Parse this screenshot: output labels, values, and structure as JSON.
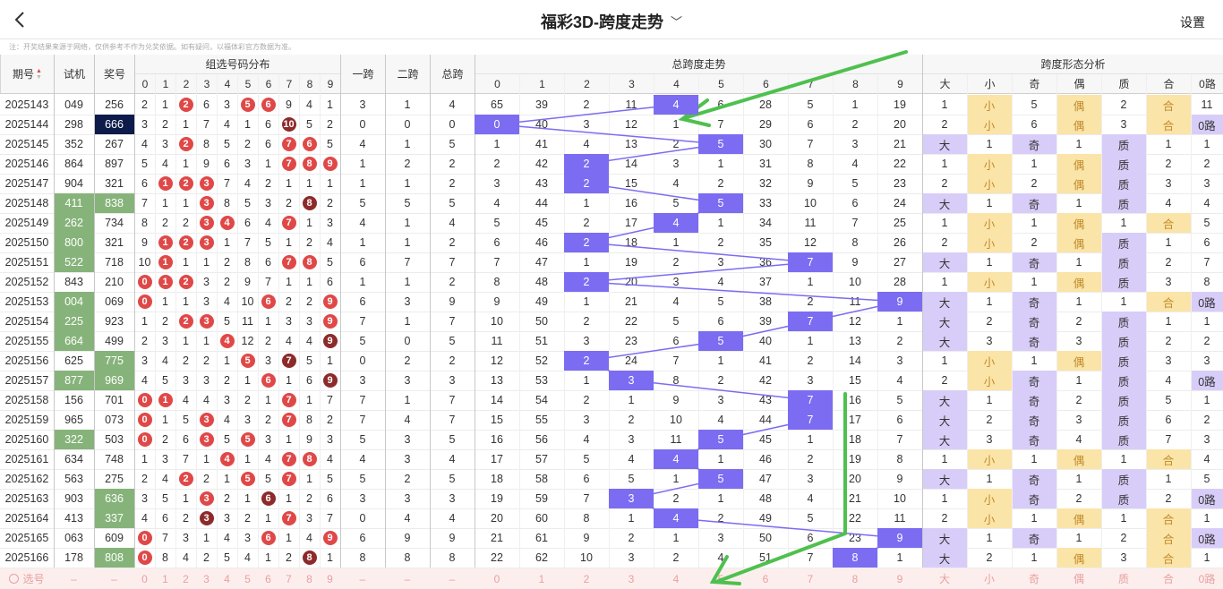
{
  "header": {
    "title": "福彩3D-跨度走势",
    "settings_label": "设置"
  },
  "note": "注：开奖结果来源于网络，仅供参考不作为兑奖依据。如有疑问，以福体彩官方数据为准。",
  "columns": {
    "period": "期号",
    "trial": "试机",
    "draw": "奖号",
    "group_dist": "组选号码分布",
    "span1": "一跨",
    "span2": "二跨",
    "total_span": "总跨",
    "span_trend": "总跨度走势",
    "form": "跨度形态分析",
    "digits": [
      "0",
      "1",
      "2",
      "3",
      "4",
      "5",
      "6",
      "7",
      "8",
      "9"
    ],
    "forms": [
      "大",
      "小",
      "奇",
      "偶",
      "质",
      "合",
      "0路"
    ]
  },
  "rows": [
    {
      "p": "2025143",
      "t": "049",
      "d": "256",
      "dist": [
        "2",
        "1",
        "2",
        "6",
        "3",
        "5",
        "6",
        "9",
        "4",
        "1"
      ],
      "s1": "3",
      "s2": "1",
      "ts": "4",
      "trend": [
        "65",
        "39",
        "2",
        "11",
        "4",
        "6",
        "28",
        "5",
        "1",
        "19"
      ],
      "form": [
        "1",
        "小",
        "5",
        "偶",
        "2",
        "合",
        "11"
      ]
    },
    {
      "p": "2025144",
      "t": "298",
      "d": "666",
      "dist": [
        "1",
        "3",
        "2",
        "1",
        "7",
        "4",
        "1",
        "6",
        "10",
        "5",
        "2"
      ],
      "s1": "0",
      "s2": "0",
      "ts": "0",
      "trend": [
        "0",
        "40",
        "3",
        "12",
        "1",
        "7",
        "29",
        "6",
        "2",
        "20"
      ],
      "form": [
        "2",
        "小",
        "6",
        "偶",
        "3",
        "合",
        "0路"
      ]
    },
    {
      "p": "2025145",
      "t": "352",
      "d": "267",
      "dist": [
        "4",
        "3",
        "2",
        "8",
        "5",
        "2",
        "6",
        "7",
        "6",
        "5"
      ],
      "s1": "4",
      "s2": "1",
      "ts": "5",
      "trend": [
        "1",
        "41",
        "4",
        "13",
        "2",
        "5",
        "30",
        "7",
        "3",
        "21"
      ],
      "form": [
        "大",
        "1",
        "奇",
        "1",
        "质",
        "1",
        "1"
      ]
    },
    {
      "p": "2025146",
      "t": "864",
      "d": "897",
      "dist": [
        "5",
        "4",
        "1",
        "9",
        "6",
        "3",
        "1",
        "7",
        "8",
        "9"
      ],
      "s1": "1",
      "s2": "2",
      "ts": "2",
      "trend": [
        "2",
        "42",
        "2",
        "14",
        "3",
        "1",
        "31",
        "8",
        "4",
        "22"
      ],
      "form": [
        "1",
        "小",
        "1",
        "偶",
        "质",
        "2",
        "2"
      ]
    },
    {
      "p": "2025147",
      "t": "904",
      "d": "321",
      "dist": [
        "6",
        "1",
        "2",
        "3",
        "7",
        "4",
        "2",
        "1",
        "1",
        "1"
      ],
      "s1": "1",
      "s2": "1",
      "ts": "2",
      "trend": [
        "3",
        "43",
        "2",
        "15",
        "4",
        "2",
        "32",
        "9",
        "5",
        "23"
      ],
      "form": [
        "2",
        "小",
        "2",
        "偶",
        "质",
        "3",
        "3"
      ]
    },
    {
      "p": "2025148",
      "t": "411",
      "d": "838",
      "dist": [
        "7",
        "1",
        "1",
        "3",
        "8",
        "5",
        "3",
        "2",
        "8",
        "2"
      ],
      "s1": "5",
      "s2": "5",
      "ts": "5",
      "trend": [
        "4",
        "44",
        "1",
        "16",
        "5",
        "5",
        "33",
        "10",
        "6",
        "24"
      ],
      "form": [
        "大",
        "1",
        "奇",
        "1",
        "质",
        "4",
        "4"
      ]
    },
    {
      "p": "2025149",
      "t": "262",
      "d": "734",
      "dist": [
        "8",
        "2",
        "2",
        "3",
        "4",
        "6",
        "4",
        "7",
        "1",
        "3"
      ],
      "s1": "4",
      "s2": "1",
      "ts": "4",
      "trend": [
        "5",
        "45",
        "2",
        "17",
        "4",
        "1",
        "34",
        "11",
        "7",
        "25"
      ],
      "form": [
        "1",
        "小",
        "1",
        "偶",
        "1",
        "合",
        "5"
      ]
    },
    {
      "p": "2025150",
      "t": "800",
      "d": "321",
      "dist": [
        "9",
        "1",
        "2",
        "3",
        "1",
        "7",
        "5",
        "1",
        "2",
        "4"
      ],
      "s1": "1",
      "s2": "1",
      "ts": "2",
      "trend": [
        "6",
        "46",
        "2",
        "18",
        "1",
        "2",
        "35",
        "12",
        "8",
        "26"
      ],
      "form": [
        "2",
        "小",
        "2",
        "偶",
        "质",
        "1",
        "6"
      ]
    },
    {
      "p": "2025151",
      "t": "522",
      "d": "718",
      "dist": [
        "10",
        "1",
        "1",
        "1",
        "2",
        "8",
        "6",
        "7",
        "8",
        "5"
      ],
      "s1": "6",
      "s2": "7",
      "ts": "7",
      "trend": [
        "7",
        "47",
        "1",
        "19",
        "2",
        "3",
        "36",
        "7",
        "9",
        "27"
      ],
      "form": [
        "大",
        "1",
        "奇",
        "1",
        "质",
        "2",
        "7"
      ]
    },
    {
      "p": "2025152",
      "t": "843",
      "d": "210",
      "dist": [
        "0",
        "1",
        "2",
        "3",
        "2",
        "9",
        "7",
        "1",
        "1",
        "6"
      ],
      "s1": "1",
      "s2": "1",
      "ts": "2",
      "trend": [
        "8",
        "48",
        "2",
        "20",
        "3",
        "4",
        "37",
        "1",
        "10",
        "28"
      ],
      "form": [
        "1",
        "小",
        "1",
        "偶",
        "质",
        "3",
        "8"
      ]
    },
    {
      "p": "2025153",
      "t": "004",
      "d": "069",
      "dist": [
        "0",
        "1",
        "1",
        "3",
        "4",
        "10",
        "6",
        "2",
        "2",
        "9"
      ],
      "s1": "6",
      "s2": "3",
      "ts": "9",
      "trend": [
        "9",
        "49",
        "1",
        "21",
        "4",
        "5",
        "38",
        "2",
        "11",
        "9"
      ],
      "form": [
        "大",
        "1",
        "奇",
        "1",
        "1",
        "合",
        "0路"
      ]
    },
    {
      "p": "2025154",
      "t": "225",
      "d": "923",
      "dist": [
        "1",
        "2",
        "2",
        "3",
        "5",
        "11",
        "1",
        "3",
        "3",
        "9"
      ],
      "s1": "7",
      "s2": "1",
      "ts": "7",
      "trend": [
        "10",
        "50",
        "2",
        "22",
        "5",
        "6",
        "39",
        "7",
        "12",
        "1"
      ],
      "form": [
        "大",
        "2",
        "奇",
        "2",
        "质",
        "1",
        "1"
      ]
    },
    {
      "p": "2025155",
      "t": "664",
      "d": "499",
      "dist": [
        "2",
        "3",
        "1",
        "1",
        "4",
        "12",
        "2",
        "4",
        "4",
        "9"
      ],
      "s1": "5",
      "s2": "0",
      "ts": "5",
      "trend": [
        "11",
        "51",
        "3",
        "23",
        "6",
        "5",
        "40",
        "1",
        "13",
        "2"
      ],
      "form": [
        "大",
        "3",
        "奇",
        "3",
        "质",
        "2",
        "2"
      ]
    },
    {
      "p": "2025156",
      "t": "625",
      "d": "775",
      "dist": [
        "3",
        "4",
        "2",
        "2",
        "1",
        "5",
        "3",
        "7",
        "5",
        "1"
      ],
      "s1": "0",
      "s2": "2",
      "ts": "2",
      "trend": [
        "12",
        "52",
        "2",
        "24",
        "7",
        "1",
        "41",
        "2",
        "14",
        "3"
      ],
      "form": [
        "1",
        "小",
        "1",
        "偶",
        "质",
        "3",
        "3"
      ]
    },
    {
      "p": "2025157",
      "t": "877",
      "d": "969",
      "dist": [
        "4",
        "5",
        "3",
        "3",
        "2",
        "1",
        "6",
        "1",
        "6",
        "9"
      ],
      "s1": "3",
      "s2": "3",
      "ts": "3",
      "trend": [
        "13",
        "53",
        "1",
        "3",
        "8",
        "2",
        "42",
        "3",
        "15",
        "4"
      ],
      "form": [
        "2",
        "小",
        "奇",
        "1",
        "质",
        "4",
        "0路"
      ]
    },
    {
      "p": "2025158",
      "t": "156",
      "d": "701",
      "dist": [
        "0",
        "1",
        "4",
        "4",
        "3",
        "2",
        "1",
        "7",
        "1",
        "7"
      ],
      "s1": "7",
      "s2": "1",
      "ts": "7",
      "trend": [
        "14",
        "54",
        "2",
        "1",
        "9",
        "3",
        "43",
        "7",
        "16",
        "5"
      ],
      "form": [
        "大",
        "1",
        "奇",
        "2",
        "质",
        "5",
        "1"
      ]
    },
    {
      "p": "2025159",
      "t": "965",
      "d": "073",
      "dist": [
        "0",
        "1",
        "5",
        "3",
        "4",
        "3",
        "2",
        "7",
        "8",
        "2"
      ],
      "s1": "7",
      "s2": "4",
      "ts": "7",
      "trend": [
        "15",
        "55",
        "3",
        "2",
        "10",
        "4",
        "44",
        "7",
        "17",
        "6"
      ],
      "form": [
        "大",
        "2",
        "奇",
        "3",
        "质",
        "6",
        "2"
      ]
    },
    {
      "p": "2025160",
      "t": "322",
      "d": "503",
      "dist": [
        "0",
        "2",
        "6",
        "3",
        "5",
        "5",
        "3",
        "1",
        "9",
        "3"
      ],
      "s1": "5",
      "s2": "3",
      "ts": "5",
      "trend": [
        "16",
        "56",
        "4",
        "3",
        "11",
        "5",
        "45",
        "1",
        "18",
        "7"
      ],
      "form": [
        "大",
        "3",
        "奇",
        "4",
        "质",
        "7",
        "3"
      ]
    },
    {
      "p": "2025161",
      "t": "634",
      "d": "748",
      "dist": [
        "1",
        "3",
        "7",
        "1",
        "4",
        "1",
        "4",
        "7",
        "8",
        "4"
      ],
      "s1": "4",
      "s2": "3",
      "ts": "4",
      "trend": [
        "17",
        "57",
        "5",
        "4",
        "4",
        "1",
        "46",
        "2",
        "19",
        "8"
      ],
      "form": [
        "1",
        "小",
        "1",
        "偶",
        "1",
        "合",
        "4"
      ]
    },
    {
      "p": "2025162",
      "t": "563",
      "d": "275",
      "dist": [
        "2",
        "4",
        "2",
        "2",
        "1",
        "5",
        "5",
        "7",
        "1",
        "5"
      ],
      "s1": "5",
      "s2": "2",
      "ts": "5",
      "trend": [
        "18",
        "58",
        "6",
        "5",
        "1",
        "5",
        "47",
        "3",
        "20",
        "9"
      ],
      "form": [
        "大",
        "1",
        "奇",
        "1",
        "质",
        "1",
        "5"
      ]
    },
    {
      "p": "2025163",
      "t": "903",
      "d": "636",
      "dist": [
        "3",
        "5",
        "1",
        "3",
        "2",
        "1",
        "6",
        "1",
        "2",
        "6"
      ],
      "s1": "3",
      "s2": "3",
      "ts": "3",
      "trend": [
        "19",
        "59",
        "7",
        "3",
        "2",
        "1",
        "48",
        "4",
        "21",
        "10"
      ],
      "form": [
        "1",
        "小",
        "奇",
        "2",
        "质",
        "2",
        "0路"
      ]
    },
    {
      "p": "2025164",
      "t": "413",
      "d": "337",
      "dist": [
        "4",
        "6",
        "2",
        "3",
        "3",
        "2",
        "1",
        "7",
        "3",
        "7"
      ],
      "s1": "0",
      "s2": "4",
      "ts": "4",
      "trend": [
        "20",
        "60",
        "8",
        "1",
        "4",
        "2",
        "49",
        "5",
        "22",
        "11"
      ],
      "form": [
        "2",
        "小",
        "1",
        "偶",
        "1",
        "合",
        "1"
      ]
    },
    {
      "p": "2025165",
      "t": "063",
      "d": "609",
      "dist": [
        "0",
        "7",
        "3",
        "1",
        "4",
        "3",
        "6",
        "1",
        "4",
        "9"
      ],
      "s1": "6",
      "s2": "9",
      "ts": "9",
      "trend": [
        "21",
        "61",
        "9",
        "2",
        "1",
        "3",
        "50",
        "6",
        "23",
        "9"
      ],
      "form": [
        "大",
        "1",
        "奇",
        "1",
        "2",
        "合",
        "0路"
      ]
    },
    {
      "p": "2025166",
      "t": "178",
      "d": "808",
      "dist": [
        "0",
        "8",
        "4",
        "2",
        "5",
        "4",
        "1",
        "2",
        "8",
        "1"
      ],
      "s1": "8",
      "s2": "8",
      "ts": "8",
      "trend": [
        "22",
        "62",
        "10",
        "3",
        "2",
        "4",
        "51",
        "7",
        "8",
        "1"
      ],
      "form": [
        "大",
        "2",
        "1",
        "偶",
        "3",
        "合",
        "1"
      ]
    }
  ],
  "footer": {
    "label": "选号",
    "dash": "–",
    "digits": [
      "0",
      "1",
      "2",
      "3",
      "4",
      "5",
      "6",
      "7",
      "8",
      "9"
    ],
    "trend_digits": [
      "0",
      "1",
      "2",
      "3",
      "4",
      "5",
      "6",
      "7",
      "8",
      "9"
    ],
    "forms": [
      "大",
      "小",
      "奇",
      "偶",
      "质",
      "合",
      "0路"
    ]
  },
  "colors": {
    "span_hit": "#7b6cf2",
    "ball_red": "#e04848",
    "ball_dark": "#8d2a2a",
    "trial_green": "#86b37a",
    "arrow_green": "#4ec04e"
  }
}
